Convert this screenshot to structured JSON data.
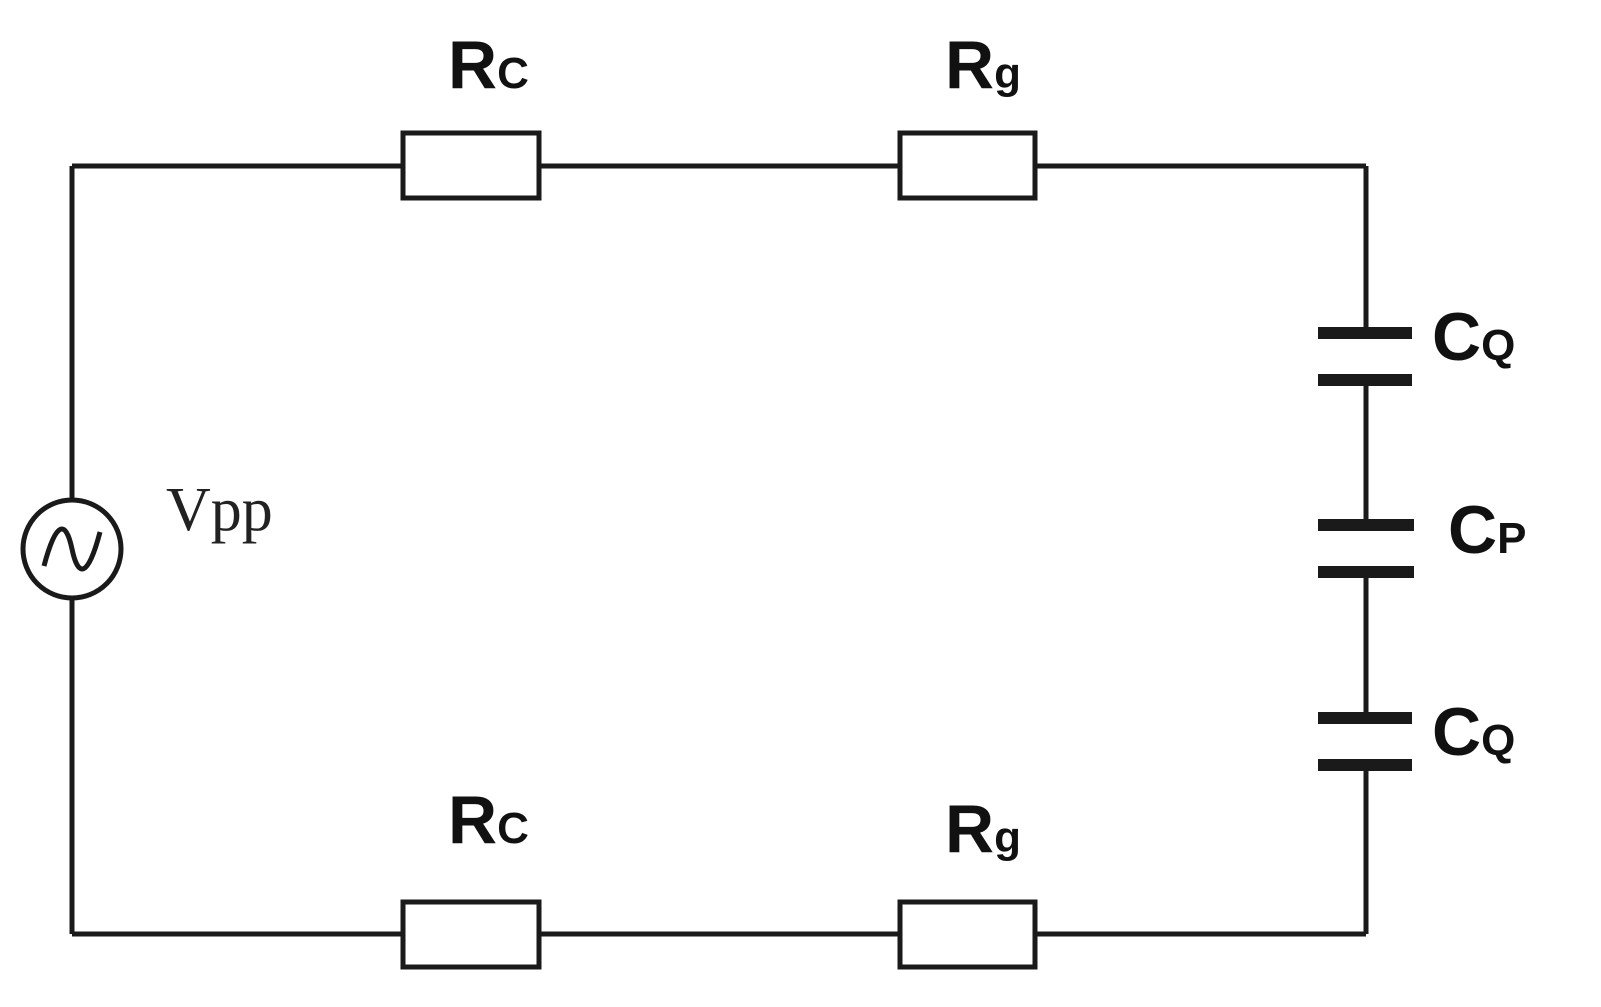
{
  "components": {
    "source": {
      "label": "Vpp"
    },
    "top_rc": {
      "main": "R",
      "sub": "C"
    },
    "top_rg": {
      "main": "R",
      "sub": "g"
    },
    "bottom_rc": {
      "main": "R",
      "sub": "C"
    },
    "bottom_rg": {
      "main": "R",
      "sub": "g"
    },
    "cap_top": {
      "main": "C",
      "sub": "Q"
    },
    "cap_middle": {
      "main": "C",
      "sub": "P"
    },
    "cap_bottom": {
      "main": "C",
      "sub": "Q"
    }
  },
  "colors": {
    "ink": "#1a1a1a",
    "background": "#ffffff"
  },
  "icons": {
    "source": "ac-source-icon"
  }
}
